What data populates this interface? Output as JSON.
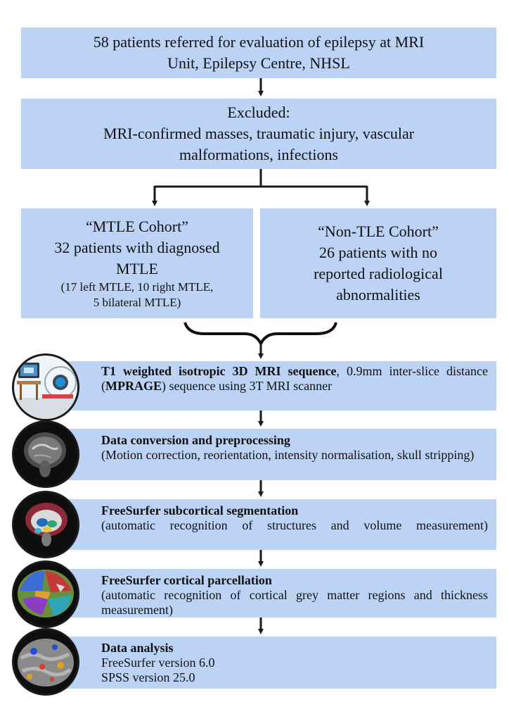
{
  "nodes": {
    "referral": {
      "line1": "58 patients referred for evaluation of epilepsy at MRI",
      "line2": "Unit, Epilepsy Centre, NHSL"
    },
    "excluded": {
      "title": "Excluded:",
      "line1": "MRI-confirmed masses, traumatic injury, vascular",
      "line2": "malformations, infections"
    },
    "mtle": {
      "title": "“MTLE Cohort”",
      "line1": "32 patients with diagnosed",
      "line2": "MTLE",
      "detail1": "(17 left MTLE, 10 right MTLE,",
      "detail2": "5 bilateral MTLE)"
    },
    "non_tle": {
      "title": "“Non-TLE Cohort”",
      "line1": "26 patients with no",
      "line2": "reported radiological",
      "line3": "abnormalities"
    }
  },
  "steps": [
    {
      "icon": "mri-scanner-icon",
      "title": "T1 weighted isotropic 3D MRI sequence",
      "tail_before": ", 0.9mm inter-slice distance (",
      "highlight": "MPRAGE",
      "tail_after": ") sequence using 3T MRI scanner"
    },
    {
      "icon": "brain-mri-slice-icon",
      "title": "Data conversion and preprocessing",
      "description": "(Motion correction, reorientation, intensity normalisation, skull stripping)"
    },
    {
      "icon": "subcortical-segmentation-icon",
      "title": "FreeSurfer subcortical segmentation",
      "description": "(automatic recognition of structures and volume measurement)"
    },
    {
      "icon": "cortical-parcellation-icon",
      "title": "FreeSurfer cortical parcellation",
      "description": "(automatic recognition of cortical grey matter regions and thickness measurement)"
    },
    {
      "icon": "cortical-thickness-map-icon",
      "title": "Data analysis",
      "line1": "FreeSurfer version 6.0",
      "line2": "SPSS version 25.0"
    }
  ],
  "colors": {
    "box_fill": "#bcd3f5",
    "connector": "#1a1a1a"
  }
}
